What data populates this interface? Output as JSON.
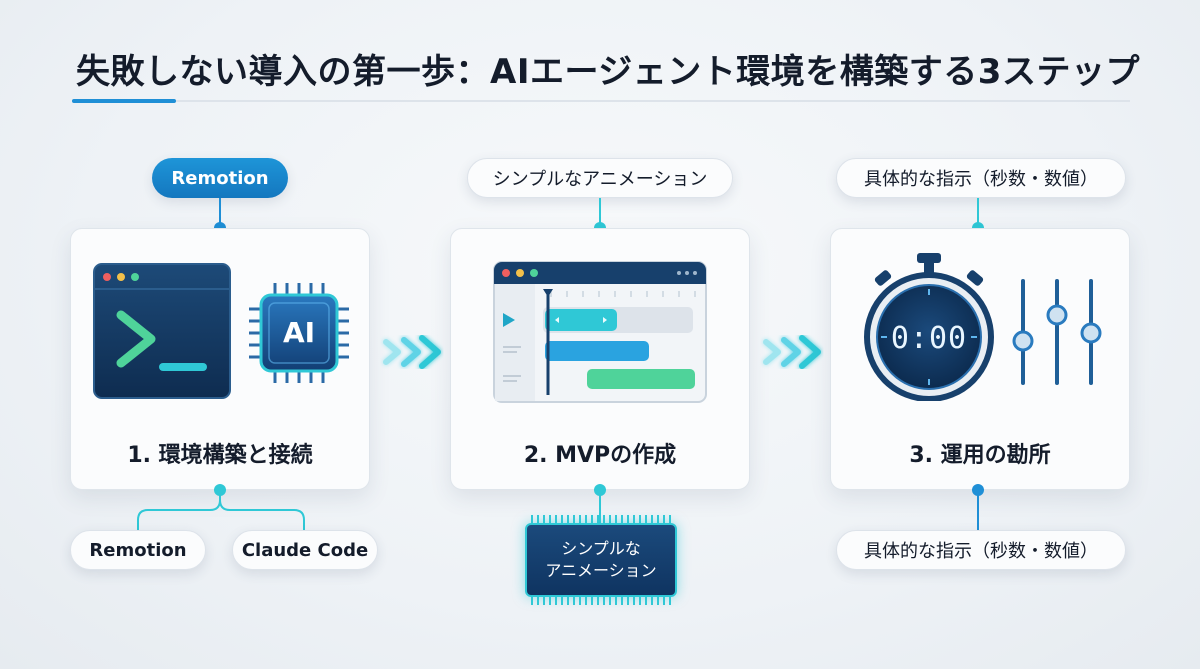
{
  "title": "失敗しない導入の第一歩：AIエージェント環境を構築する3ステップ",
  "steps": [
    {
      "title": "1. 環境構築と接続",
      "top_label": "Remotion",
      "bottom_labels": [
        "Remotion",
        "Claude Code"
      ],
      "ai_chip_label": "AI"
    },
    {
      "title": "2. MVPの作成",
      "top_label": "シンプルなアニメーション",
      "chip_line1": "シンプルな",
      "chip_line2": "アニメーション"
    },
    {
      "title": "3. 運用の勘所",
      "top_label": "具体的な指示（秒数・数値）",
      "bottom_label": "具体的な指示（秒数・数値）",
      "timer_display": "0:00"
    }
  ],
  "colors": {
    "accent_blue": "#1f8fd6",
    "accent_teal": "#2fc8d6",
    "dark_navy": "#11335d",
    "green": "#4fd39a"
  },
  "icons": [
    "terminal-icon",
    "ai-chip-icon",
    "timeline-editor-icon",
    "stopwatch-icon",
    "sliders-icon",
    "chevron-arrows-icon"
  ]
}
